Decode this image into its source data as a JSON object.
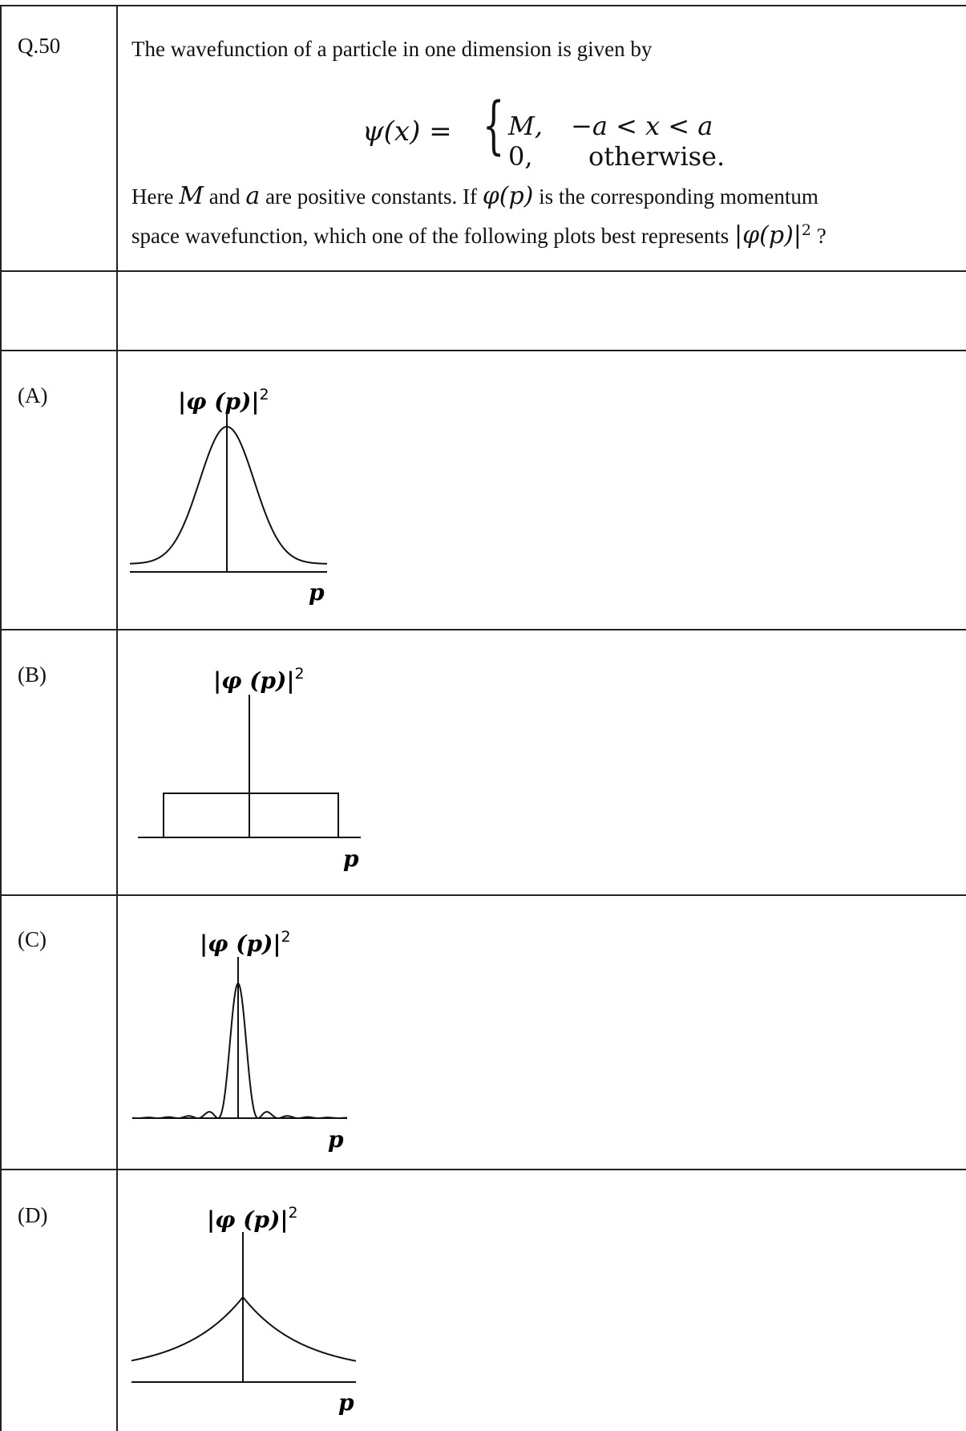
{
  "question": {
    "number": "Q.50",
    "line1": "The wavefunction of a particle in one dimension is given by",
    "equation": {
      "lhs": "ψ(x) =",
      "case1_value": "M,",
      "case1_condition": "−a < x < a",
      "case2_value": "0,",
      "case2_condition": "otherwise."
    },
    "line2": {
      "t1": "Here ",
      "v1": "M",
      "t2": " and ",
      "v2": "a",
      "t3": " are positive constants. If ",
      "v3": "φ(p)",
      "t4": " is the corresponding momentum"
    },
    "line3": {
      "t1": "space wavefunction, which one of the following plots best represents ",
      "v1": "|φ(p)|",
      "sup": "2",
      "t2": " ?"
    }
  },
  "options": [
    {
      "label": "(A)",
      "shape": "gaussian"
    },
    {
      "label": "(B)",
      "shape": "rectangle"
    },
    {
      "label": "(C)",
      "shape": "sinc-squared"
    },
    {
      "label": "(D)",
      "shape": "cusp"
    }
  ],
  "plot_labels": {
    "ylabel_main": "|φ (p)|",
    "ylabel_sup": "2",
    "xlabel": "p"
  }
}
